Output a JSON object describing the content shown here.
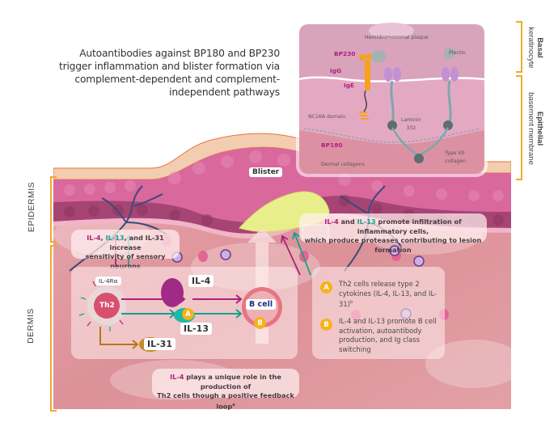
{
  "title": "Autoantibodies against BP180 and BP230 trigger inflammation and blister formation via complement-dependent and complement-independent pathways",
  "layers": {
    "epidermis": "EPIDERMIS",
    "dermis": "DERMIS",
    "basal_keratinocyte": [
      "Basal",
      "keratinocyte"
    ],
    "epithelial_basement_membrane": [
      "Epithelial",
      "basement membrane"
    ]
  },
  "inset": {
    "hemidesmosomal_plaque": "Hemidesmosomal plaque",
    "bp230": "BP230",
    "igg": "IgG",
    "ige": "IgE",
    "plectin": "Plectin",
    "nc16a_domain": "NC16A domain",
    "laminin_line1": "Laminin",
    "laminin_line2": "332",
    "bp180": "BP180",
    "dermal_collagens": "Dermal collagens",
    "type_vii_line1": "Type VII",
    "type_vii_line2": "collagen"
  },
  "blister_label": "Blister",
  "callouts": {
    "sensory": {
      "il4": "IL-4",
      "sep1": ", ",
      "il13": "IL-13",
      "rest": ", and IL-31 increase",
      "line2": "sensitivity of sensory neurons"
    },
    "infiltration": {
      "il4": "IL-4",
      "and": " and ",
      "il13": "IL-13",
      "rest": " promote infiltration of inflammatory cells,",
      "line2": "which produce proteases contributing to lesion formation"
    },
    "feedback": {
      "il4": "IL-4",
      "rest": " plays a unique role in the production of",
      "line2": "Th2 cells though a positive feedback loop",
      "sup": "a"
    }
  },
  "cytokine_panel": {
    "receptor": "IL-4Rα",
    "th2": "Th2",
    "il4": "IL-4",
    "il13": "IL-13",
    "il31": "IL-31",
    "bcell": "B cell",
    "badge_a": "A",
    "badge_b": "B"
  },
  "steps": [
    {
      "badge": "A",
      "text": "Th2 cells release type 2 cytokines (IL-4, IL-13, and IL-31)",
      "sup": "b"
    },
    {
      "badge": "B",
      "text": "IL-4 and IL-13 promote B cell activation, autoantibody production, and Ig class switching",
      "sup": ""
    }
  ],
  "colors": {
    "il4": "#b0207a",
    "il13": "#16a08e",
    "il31": "#b5761c",
    "bracket": "#f0a830",
    "badge": "#f6b21b",
    "bcell_label": "#1f2e86"
  }
}
